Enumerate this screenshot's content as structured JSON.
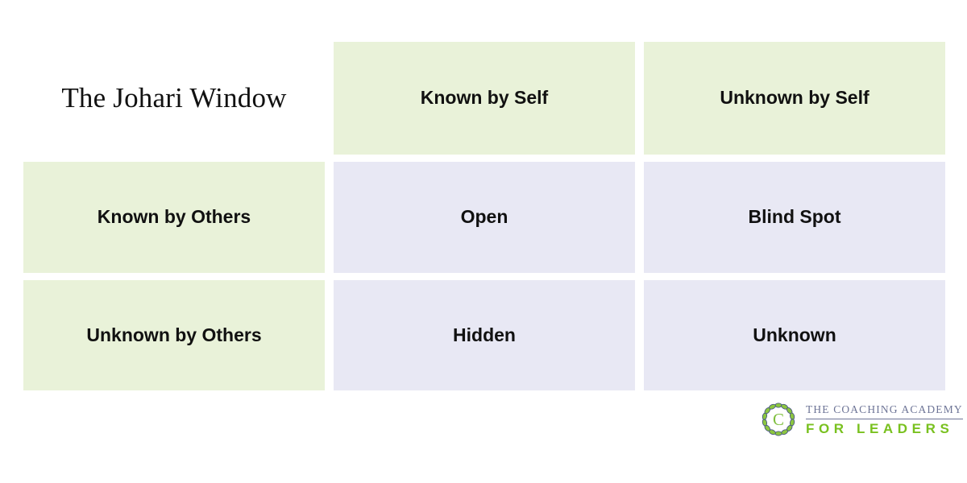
{
  "title": "The Johari Window",
  "colors": {
    "header_cell_bg": "#e9f2d9",
    "quadrant_cell_bg": "#e8e8f4",
    "page_bg": "#ffffff",
    "text": "#111111",
    "logo_top_text": "#6d7496",
    "logo_bottom_text": "#79c11f"
  },
  "matrix": {
    "column_headers": [
      "Known by Self",
      "Unknown by Self"
    ],
    "row_headers": [
      "Known by Others",
      "Unknown by Others"
    ],
    "quadrants": [
      [
        "Open",
        "Blind Spot"
      ],
      [
        "Hidden",
        "Unknown"
      ]
    ]
  },
  "logo": {
    "mark": "laurel-wreath-c-monogram",
    "line1": "THE COACHING ACADEMY",
    "line2": "FOR LEADERS"
  }
}
